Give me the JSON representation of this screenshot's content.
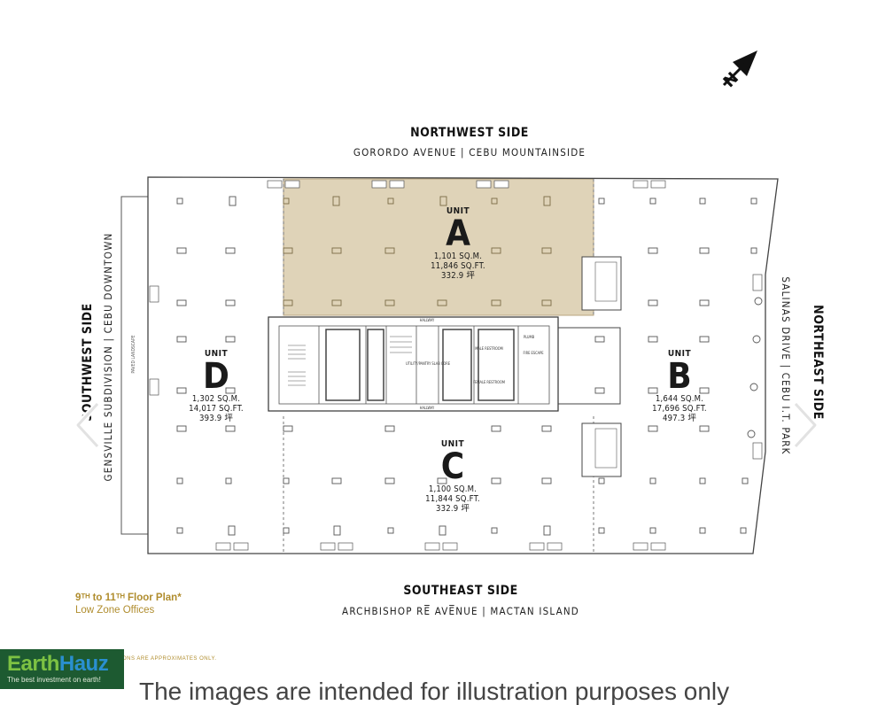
{
  "north_label": "N",
  "northwest": {
    "title": "NORTHWEST SIDE",
    "subtitle": "GORORDO AVENUE | CEBU MOUNTAINSIDE"
  },
  "southeast": {
    "title": "SOUTHEAST SIDE",
    "subtitle": "ARCHBISHOP RE̅̅̅ AVE̅̅NUE | MACTAN ISLAND"
  },
  "southwest": {
    "title": "SOUTHWEST SIDE",
    "subtitle": "GENSVILLE SUBDIVISION | CEBU DOWNTOWN"
  },
  "northeast": {
    "title": "NORTHEAST SIDE",
    "subtitle": "SALINAS DRIVE | CEBU I.T. PARK"
  },
  "units": {
    "a": {
      "word": "UNIT",
      "letter": "A",
      "sqm": "1,101 SQ.M.",
      "sqft": "11,846 SQ.FT.",
      "ping": "332.9 坪"
    },
    "b": {
      "word": "UNIT",
      "letter": "B",
      "sqm": "1,644 SQ.M.",
      "sqft": "17,696 SQ.FT.",
      "ping": "497.3 坪"
    },
    "c": {
      "word": "UNIT",
      "letter": "C",
      "sqm": "1,100 SQ.M.",
      "sqft": "11,844 SQ.FT.",
      "ping": "332.9 坪"
    },
    "d": {
      "word": "UNIT",
      "letter": "D",
      "sqm": "1,302 SQ.M.",
      "sqft": "14,017 SQ.FT.",
      "ping": "393.9 坪"
    }
  },
  "core_labels": {
    "hallway_top": "HALLWAY",
    "hallway_bottom": "HALLWAY",
    "male_restroom": "MALE RESTROOM",
    "female_restroom": "FEMALE RESTROOM",
    "utility": "UTILITY/PANTRY SLAB CORE",
    "fire_escape": "FIRE ESCAPE",
    "plumb": "PLUMB"
  },
  "legend": {
    "line1": "9ᵀᴴ to 11ᵀᴴ Floor Plan*",
    "line2": "Low Zone Offices"
  },
  "disclaimer": "ONS ARE APPROXIMATES ONLY.",
  "logo": {
    "earth": "Earth",
    "hauz": "Hauz",
    "tagline": "The best investment on earth!"
  },
  "footer_text": "The images are intended for illustration purposes only",
  "colors": {
    "unit_a_fill": "#dfd3b8",
    "legend_gold": "#b08d2e",
    "logo_green": "#1d5a31",
    "logo_bright": "#7dc243",
    "logo_blue": "#2a8fd0"
  }
}
